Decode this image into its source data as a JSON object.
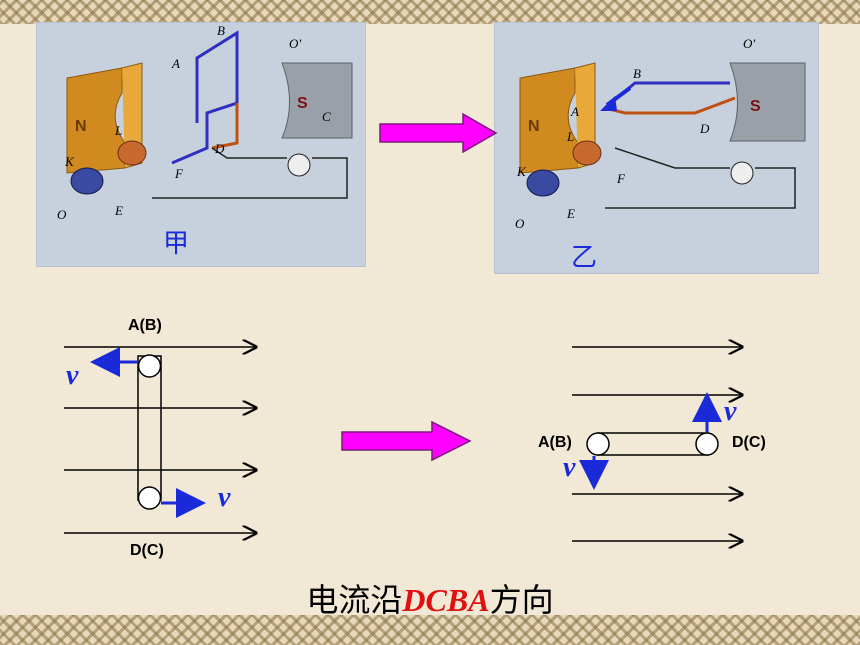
{
  "panels": {
    "left": {
      "caption": "甲",
      "labels": [
        "B",
        "O'",
        "A",
        "N",
        "S",
        "C",
        "L",
        "D",
        "K",
        "F",
        "O",
        "E"
      ]
    },
    "right": {
      "caption": "乙",
      "labels": [
        "O'",
        "B",
        "A",
        "N",
        "S",
        "D",
        "L",
        "K",
        "F",
        "O",
        "E"
      ]
    }
  },
  "diagrams": {
    "left": {
      "top_label": "A(B)",
      "bottom_label": "D(C)",
      "velocity_top": "v",
      "velocity_bottom": "v"
    },
    "right": {
      "left_label": "A(B)",
      "right_label": "D(C)",
      "velocity_up": "v",
      "velocity_down": "v"
    }
  },
  "caption": {
    "prefix": "电流沿",
    "highlight": "DCBA",
    "suffix": "方向"
  },
  "colors": {
    "velocity": "#1a2ad8",
    "arrow_fill": "#ff00ff",
    "highlight": "#e01010"
  }
}
